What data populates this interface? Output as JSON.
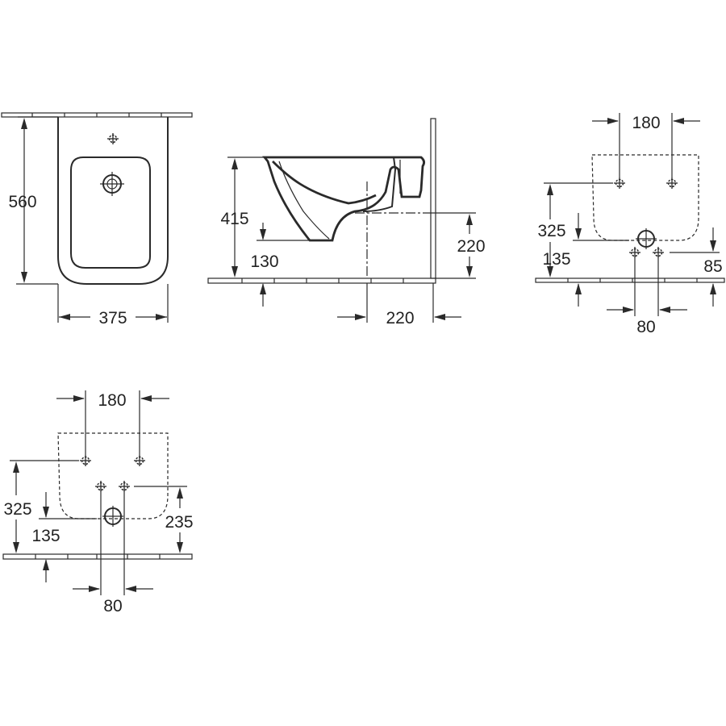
{
  "top_view": {
    "height_label": "560",
    "width_label": "375"
  },
  "side_view": {
    "rim_height_label": "415",
    "bottom_label": "130",
    "outlet_height_label": "220",
    "outlet_offset_label": "220"
  },
  "rear_view_a": {
    "fixing_spacing_label": "180",
    "fixing_height_label": "325",
    "bottom_label": "135",
    "outlet_height_label": "85",
    "inlet_spacing_label": "80"
  },
  "rear_view_b": {
    "fixing_spacing_label": "180",
    "fixing_height_label": "325",
    "bottom_label": "135",
    "inlet_height_label": "235",
    "inlet_spacing_label": "80"
  }
}
